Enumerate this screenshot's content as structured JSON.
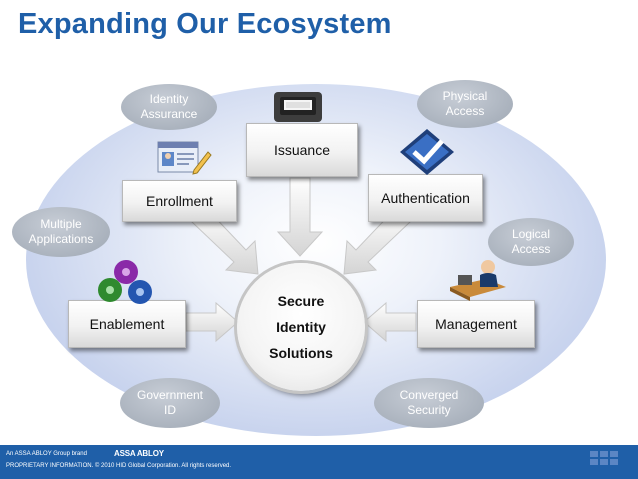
{
  "slide": {
    "title": "Expanding Our Ecosystem"
  },
  "boxes": {
    "issuance": "Issuance",
    "enrollment": "Enrollment",
    "authentication": "Authentication",
    "enablement": "Enablement",
    "management": "Management"
  },
  "center": {
    "line1": "Secure",
    "line2": "Identity",
    "line3": "Solutions"
  },
  "ovals": {
    "identity_assurance": "Identity\nAssurance",
    "physical_access": "Physical\nAccess",
    "multiple_applications": "Multiple\nApplications",
    "logical_access": "Logical\nAccess",
    "government_id": "Government\nID",
    "converged_security": "Converged\nSecurity"
  },
  "footer": {
    "brand_line": "An ASSA ABLOY Group brand",
    "brand_logo": "ASSA ABLOY",
    "legal": "PROPRIETARY INFORMATION.  © 2010 HID Global Corporation.  All rights reserved."
  },
  "colors": {
    "title": "#1f5fa8",
    "footer": "#1f5fa8",
    "oval": "#9ea7b3"
  },
  "icons": [
    "printer-icon",
    "id-card-icon",
    "checkmark-icon",
    "gears-icon",
    "person-at-desk-icon",
    "hid-logo-icon"
  ]
}
